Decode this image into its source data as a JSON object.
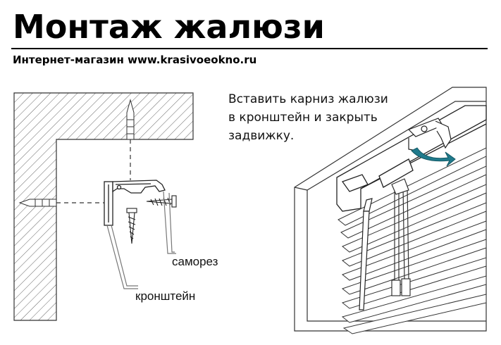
{
  "header": {
    "title": "Монтаж жалюзи",
    "subtitle": "Интернет-магазин www.krasivoeokno.ru"
  },
  "instruction": {
    "lines": [
      "Вставить карниз жалюзи",
      "в кронштейн и закрыть",
      "задвижку."
    ]
  },
  "callouts": {
    "screw": "саморез",
    "bracket": "кронштейн"
  },
  "colors": {
    "arrow": "#1f7a8c",
    "line": "#333333"
  }
}
